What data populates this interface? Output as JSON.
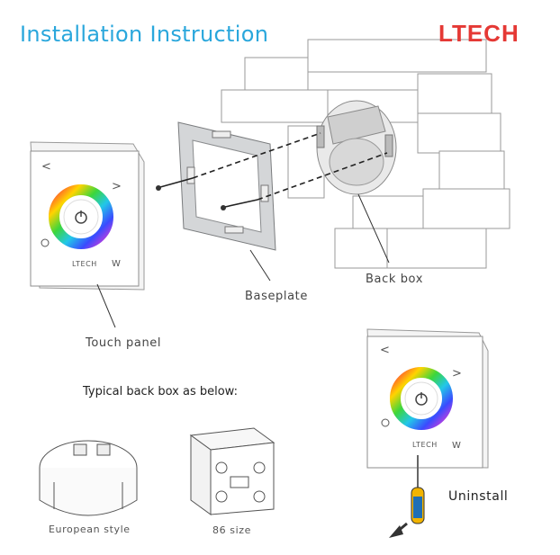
{
  "header": {
    "title": "Installation Instruction",
    "brand": "LTECH"
  },
  "labels": {
    "touch_panel": "Touch panel",
    "baseplate": "Baseplate",
    "back_box": "Back box",
    "uninstall": "Uninstall"
  },
  "typical": {
    "heading": "Typical back box as below:",
    "european": "European style",
    "size86": "86 size"
  },
  "panel": {
    "brand": "LTECH",
    "w_label": "W",
    "back_symbol": "<",
    "forward_symbol": ">"
  }
}
